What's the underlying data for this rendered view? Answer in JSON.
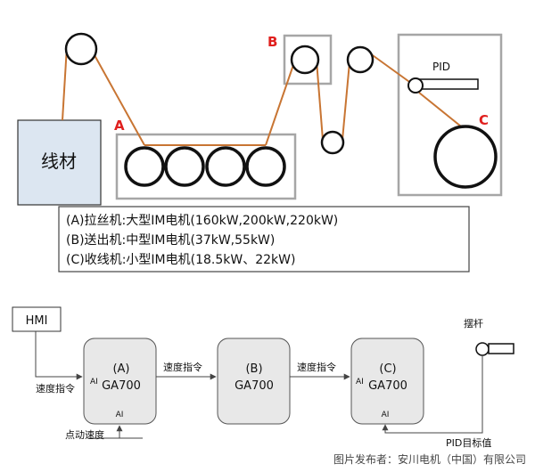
{
  "process": {
    "wire_label": "线材",
    "marker_a": "A",
    "marker_b": "B",
    "marker_c": "C",
    "pid_label": "PID"
  },
  "legend": {
    "line_a": "(A)拉丝机:大型IM电机(160kW,200kW,220kW)",
    "line_b": "(B)送出机:中型IM电机(37kW,55kW)",
    "line_c": "(C)收线机:小型IM电机(18.5kW、22kW)"
  },
  "control": {
    "hmi_label": "HMI",
    "speed_cmd_1": "速度指令",
    "speed_cmd_2": "速度指令",
    "speed_cmd_3": "速度指令",
    "jog_speed": "点动速度",
    "dancer_label": "摆杆",
    "pid_target": "PID目标值",
    "drive_a": {
      "tag": "(A)",
      "model": "GA700",
      "ai_left": "AI",
      "ai_bottom": "AI"
    },
    "drive_b": {
      "tag": "(B)",
      "model": "GA700"
    },
    "drive_c": {
      "tag": "(C)",
      "model": "GA700",
      "ai_left": "AI",
      "ai_bottom": "AI"
    }
  },
  "footer": {
    "credit": "图片发布者：安川电机（中国）有限公司"
  },
  "colors": {
    "belt": "#c87533",
    "marker": "#e0201e",
    "wire_fill": "#dce6f1"
  }
}
